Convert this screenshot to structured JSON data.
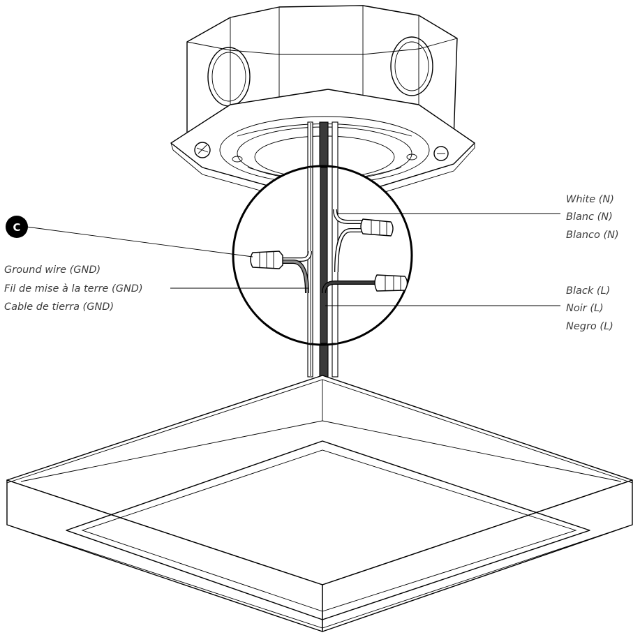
{
  "step_badge": "C",
  "ground_label": {
    "lines": [
      "Ground wire (GND)",
      "Fil de mise à la terre (GND)",
      "Cable de tierra (GND)"
    ]
  },
  "white_label": {
    "lines": [
      "White (N)",
      "Blanc (N)",
      "Blanco (N)"
    ]
  },
  "black_label": {
    "lines": [
      "Black (L)",
      "Noir (L)",
      "Negro (L)"
    ]
  },
  "colors": {
    "line": "#000000",
    "text": "#3c3c3c",
    "wire_black": "#3a3a3a",
    "wire_ground": "#8a8a8a",
    "background": "#ffffff"
  }
}
